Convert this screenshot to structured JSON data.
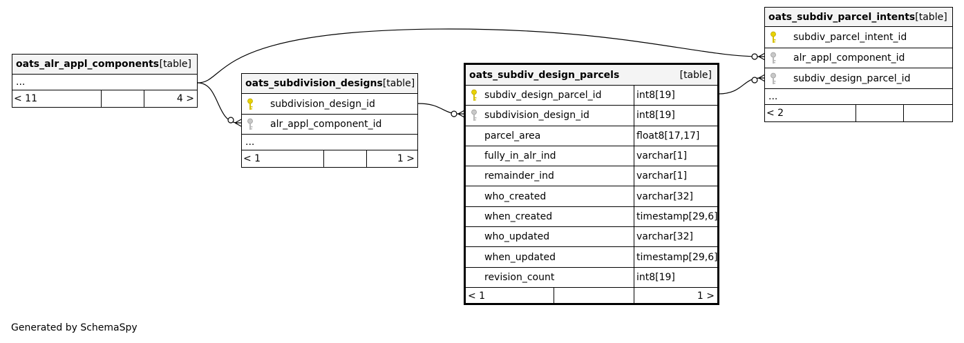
{
  "footer_caption": "Generated by SchemaSpy",
  "tables": {
    "alr": {
      "name": "oats_alr_appl_components",
      "kind": "[table]",
      "ellipsis": "...",
      "foot_left": "< 11",
      "foot_right": "4 >"
    },
    "sd": {
      "name": "oats_subdivision_designs",
      "kind": "[table]",
      "columns": [
        {
          "name": "subdivision_design_id",
          "key": "primary-key"
        },
        {
          "name": "alr_appl_component_id",
          "key": "foreign-key"
        }
      ],
      "ellipsis": "...",
      "foot_left": "< 1",
      "foot_right": "1 >"
    },
    "sdp": {
      "name": "oats_subdiv_design_parcels",
      "kind": "[table]",
      "columns": [
        {
          "name": "subdiv_design_parcel_id",
          "type": "int8[19]",
          "key": "primary-key"
        },
        {
          "name": "subdivision_design_id",
          "type": "int8[19]",
          "key": "foreign-key"
        },
        {
          "name": "parcel_area",
          "type": "float8[17,17]",
          "key": ""
        },
        {
          "name": "fully_in_alr_ind",
          "type": "varchar[1]",
          "key": ""
        },
        {
          "name": "remainder_ind",
          "type": "varchar[1]",
          "key": ""
        },
        {
          "name": "who_created",
          "type": "varchar[32]",
          "key": ""
        },
        {
          "name": "when_created",
          "type": "timestamp[29,6]",
          "key": ""
        },
        {
          "name": "who_updated",
          "type": "varchar[32]",
          "key": ""
        },
        {
          "name": "when_updated",
          "type": "timestamp[29,6]",
          "key": ""
        },
        {
          "name": "revision_count",
          "type": "int8[19]",
          "key": ""
        }
      ],
      "foot_left": "< 1",
      "foot_right": "1 >"
    },
    "spi": {
      "name": "oats_subdiv_parcel_intents",
      "kind": "[table]",
      "columns": [
        {
          "name": "subdiv_parcel_intent_id",
          "key": "primary-key"
        },
        {
          "name": "alr_appl_component_id",
          "key": "foreign-key"
        },
        {
          "name": "subdiv_design_parcel_id",
          "key": "foreign-key"
        }
      ],
      "ellipsis": "...",
      "foot_left": "< 2",
      "foot_right": ""
    }
  },
  "colors": {
    "primary_key": "#e8d200",
    "foreign_key": "#b8b8b8",
    "header_bg": "#f4f4f4",
    "line": "#000000"
  }
}
